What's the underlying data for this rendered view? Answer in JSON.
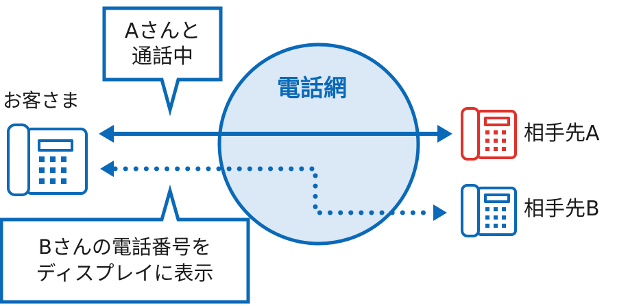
{
  "network": {
    "label": "電話網"
  },
  "customer": {
    "label": "お客さま"
  },
  "party_a": {
    "label": "相手先A"
  },
  "party_b": {
    "label": "相手先B"
  },
  "callout_a": {
    "line1": "Aさんと",
    "line2": "通話中"
  },
  "callout_b": {
    "line1": "Bさんの電話番号を",
    "line2": "ディスプレイに表示"
  },
  "colors": {
    "blue": "#0a69b8",
    "red": "#e0312b",
    "circle_fill": "#dbe8f5"
  },
  "icons": {
    "customer_phone": "telephone-icon",
    "party_a_phone": "telephone-icon",
    "party_b_phone": "telephone-icon"
  }
}
